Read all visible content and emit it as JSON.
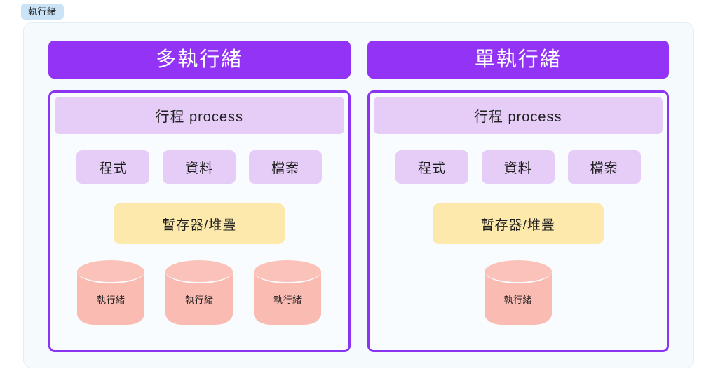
{
  "tag": {
    "label": "執行緒"
  },
  "diagram": {
    "columns": [
      {
        "id": "multithread",
        "header": "多執行緒",
        "process_title": "行程 process",
        "chips": [
          {
            "label": "程式"
          },
          {
            "label": "資料"
          },
          {
            "label": "檔案"
          }
        ],
        "regstack": "暫存器/堆疊",
        "threads": [
          {
            "label": "執行緒"
          },
          {
            "label": "執行緒"
          },
          {
            "label": "執行緒"
          }
        ]
      },
      {
        "id": "singlethread",
        "header": "單執行緒",
        "process_title": "行程 process",
        "chips": [
          {
            "label": "程式"
          },
          {
            "label": "資料"
          },
          {
            "label": "檔案"
          }
        ],
        "regstack": "暫存器/堆疊",
        "threads": [
          {
            "label": "執行緒"
          }
        ]
      }
    ]
  },
  "colors": {
    "canvas_background": "#f5fafd",
    "canvas_border": "#e2eef7",
    "tag_background": "#cbe3f6",
    "header_purple": "#9333f5",
    "process_border": "#8b34f2",
    "process_title_fill": "#e5cdf7",
    "chip_fill": "#e6cdf8",
    "regstack_fill": "#fce9ab",
    "cylinder_body": "#fabcb2",
    "cylinder_top": "#fac2b9"
  }
}
